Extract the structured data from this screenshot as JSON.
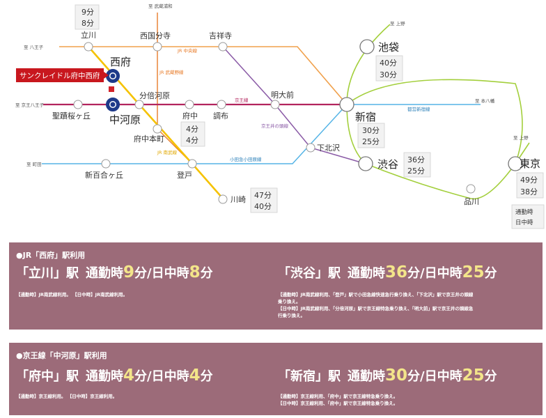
{
  "map": {
    "property_label": "サンクレイドル府中西府",
    "stations": {
      "tachikawa": "立川",
      "nishikokubunji": "西国分寺",
      "kichijoji": "吉祥寺",
      "ikebukuro": "池袋",
      "nishifu": "西府",
      "bubaigawara": "分倍河原",
      "meidaimae": "明大前",
      "nakagawara": "中河原",
      "seisekisakuragaoka": "聖蹟桜ヶ丘",
      "fuchu": "府中",
      "chofu": "調布",
      "shinjuku": "新宿",
      "fuchuhonmachi": "府中本町",
      "shimokitazawa": "下北沢",
      "shinyurigaoka": "新百合ヶ丘",
      "noborito": "登戸",
      "shibuya": "渋谷",
      "tokyo": "東京",
      "kawasaki": "川崎",
      "shinagawa": "品川"
    },
    "destinations": {
      "musashiurawa": "至 武蔵浦和",
      "hachioji": "至 八王子",
      "ueno1": "至 上野",
      "keiohachioji": "至 京王八王子",
      "motoyawata": "至 本八幡",
      "machida": "至 町田",
      "ueno2": "至 上野"
    },
    "line_names": {
      "chuo": "JR 中央線",
      "musashino": "JR 武蔵野線",
      "keio": "京王線",
      "inokashira": "京王井の頭線",
      "shinjuku_line": "都営新宿線",
      "nambu": "JR 南武線",
      "odakyu": "小田急小田原線"
    },
    "times": {
      "tachikawa": [
        "9分",
        "8分"
      ],
      "ikebukuro": [
        "40分",
        "30分"
      ],
      "fuchu": [
        "4分",
        "4分"
      ],
      "shinjuku": [
        "30分",
        "25分"
      ],
      "shibuya": [
        "36分",
        "25分"
      ],
      "tokyo": [
        "49分",
        "38分"
      ],
      "kawasaki": [
        "47分",
        "40分"
      ]
    },
    "time_legend": [
      "通勤時",
      "日中時"
    ],
    "colors": {
      "chuo": "#f0a04b",
      "musashino": "#e87c2a",
      "keio": "#b3245e",
      "inokashira": "#8a5aa6",
      "shinjuku_line": "#8dc63f",
      "yamanote": "#9acd32",
      "nambu": "#f5c200",
      "odakyu": "#55b4e6",
      "property": "#d2232a",
      "station_ring": "#1e3a8a"
    }
  },
  "panel1": {
    "title": "●JR「西府」駅利用",
    "routes": [
      {
        "station": "「立川」駅",
        "label_commute": "通勤時",
        "commute": "9",
        "unit1": "分/",
        "label_day": "日中時",
        "day": "8",
        "unit2": "分",
        "notes": [
          "【通勤時】JR南武線利用。 【日中時】JR南武線利用。"
        ]
      },
      {
        "station": "「渋谷」駅",
        "label_commute": "通勤時",
        "commute": "36",
        "unit1": "分/",
        "label_day": "日中時",
        "day": "25",
        "unit2": "分",
        "notes": [
          "【通勤時】JR南武線利用、「登戸」駅で小田急線快速急行乗り換え、「下北沢」駅で京王井の頭線",
          "乗り換え。",
          "【日中時】JR南武線利用、「分倍河原」駅で京王線特急乗り換え、「明大前」駅で京王井の頭線急",
          "行乗り換え。"
        ]
      }
    ]
  },
  "panel2": {
    "title": "●京王線「中河原」駅利用",
    "routes": [
      {
        "station": "「府中」駅",
        "label_commute": "通勤時",
        "commute": "4",
        "unit1": "分/",
        "label_day": "日中時",
        "day": "4",
        "unit2": "分",
        "notes": [
          "【通勤時】京王線利用。 【日中時】京王線利用。"
        ]
      },
      {
        "station": "「新宿」駅",
        "label_commute": "通勤時",
        "commute": "30",
        "unit1": "分/",
        "label_day": "日中時",
        "day": "25",
        "unit2": "分",
        "notes": [
          "【通勤時】京王線利用、「府中」駅で京王線特急乗り換え。",
          "【日中時】京王線利用、「府中」駅で京王線特急乗り換え。"
        ]
      }
    ]
  }
}
